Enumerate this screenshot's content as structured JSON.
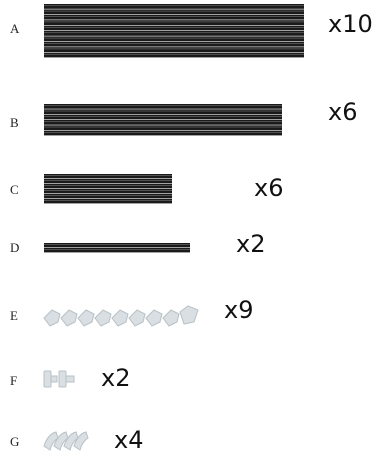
{
  "parts": [
    {
      "letter": "A",
      "quantity": "x10",
      "kind": "rod",
      "icon": "rod-bundle-icon"
    },
    {
      "letter": "B",
      "quantity": "x6",
      "kind": "rod",
      "icon": "rod-bundle-icon"
    },
    {
      "letter": "C",
      "quantity": "x6",
      "kind": "rod",
      "icon": "rod-bundle-icon"
    },
    {
      "letter": "D",
      "quantity": "x2",
      "kind": "rod",
      "icon": "rod-bundle-icon"
    },
    {
      "letter": "E",
      "quantity": "x9",
      "kind": "connector",
      "icon": "elbow-connector-icon"
    },
    {
      "letter": "F",
      "quantity": "x2",
      "kind": "connector",
      "icon": "straight-connector-icon"
    },
    {
      "letter": "G",
      "quantity": "x4",
      "kind": "connector",
      "icon": "curved-connector-icon"
    }
  ],
  "colors": {
    "rod": "#1a1a1a",
    "rod_highlight": "#6a6a6a",
    "connector": "#d9dfe3",
    "connector_edge": "#b8c1c6"
  }
}
